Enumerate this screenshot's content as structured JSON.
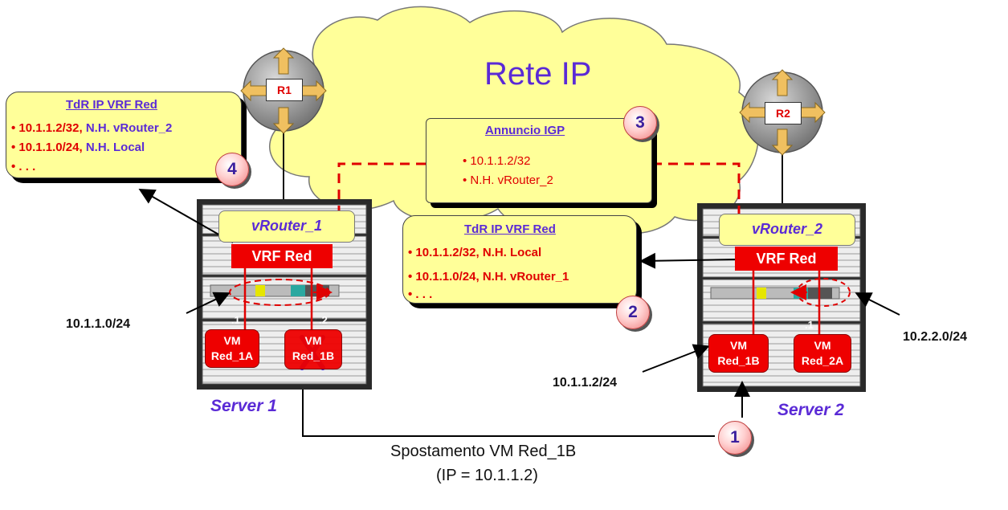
{
  "cloud_title": "Rete IP",
  "routers": {
    "r1": "R1",
    "r2": "R2"
  },
  "note_left": {
    "title": "TdR IP VRF Red",
    "lines": [
      {
        "prefix": "• 10.1.1.2/32,",
        "nh": " N.H. vRouter_2"
      },
      {
        "prefix": "• 10.1.1.0/24,",
        "nh": " N.H.  Local"
      },
      {
        "prefix": "• . . .",
        "nh": ""
      }
    ],
    "badge": "4"
  },
  "note_igp": {
    "title": "Annuncio  IGP",
    "lines": [
      "•   10.1.1.2/32",
      "•   N.H. vRouter_2"
    ],
    "badge": "3"
  },
  "note_mid": {
    "title": "TdR IP VRF Red",
    "lines": [
      "• 10.1.1.2/32, N.H. Local",
      "• 10.1.1.0/24, N.H.  vRouter_1",
      "• . . ."
    ],
    "badge": "2"
  },
  "server1": {
    "name": "Server 1",
    "vrouter": "vRouter_1",
    "vrf": "VRF Red",
    "vm_a": [
      "VM",
      "Red_1A"
    ],
    "vm_b": [
      "VM",
      "Red_1B"
    ],
    "dot1": ".1",
    "dot2": ".2",
    "subnet": "10.1.1.0/24",
    "removed_mark": "X"
  },
  "server2": {
    "name": "Server 2",
    "vrouter": "vRouter_2",
    "vrf": "VRF Red",
    "vm_a": [
      "VM",
      "Red_1B"
    ],
    "vm_b": [
      "VM",
      "Red_2A"
    ],
    "dot1": ".1",
    "subnet": "10.2.2.0/24",
    "vm_addr": "10.1.1.2/24"
  },
  "migration": {
    "line1": "Spostamento VM Red_1B",
    "line2": "(IP = 10.1.1.2)",
    "badge": "1"
  },
  "colors": {
    "cloud": "#ffff99",
    "note": "#ffff99",
    "red": "#ee0000",
    "purple": "#5a2ad6"
  }
}
